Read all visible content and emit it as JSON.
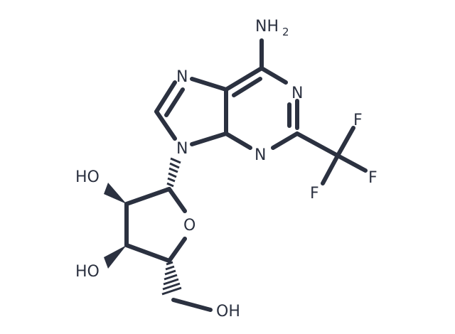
{
  "molecule": {
    "labels": {
      "nh": "NH",
      "nh_sub": "2",
      "n1": "N",
      "n3": "N",
      "n7": "N",
      "n9": "N",
      "f_top": "F",
      "f_right": "F",
      "f_left": "F",
      "oh_c2": "HO",
      "oh_c3": "HO",
      "o_ring": "O",
      "oh_c5": "OH"
    },
    "colors": {
      "bond": "#2b3140",
      "text": "#2b3140",
      "background": "#ffffff"
    }
  }
}
